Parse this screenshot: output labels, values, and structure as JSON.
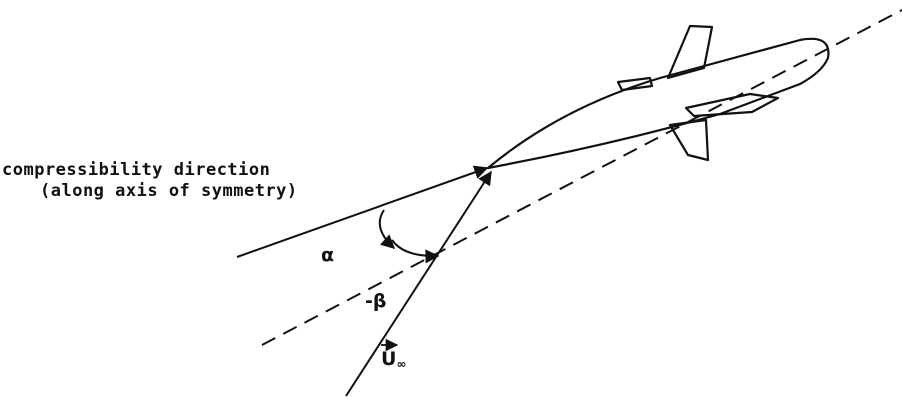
{
  "labels": {
    "direction_line1": "compressibility direction",
    "direction_line2": "(along axis of symmetry)",
    "alpha": "α",
    "beta": "-β",
    "freestream_symbol": "U",
    "freestream_subscript": "∞"
  },
  "colors": {
    "ink": "#111111",
    "background": "#ffffff"
  }
}
